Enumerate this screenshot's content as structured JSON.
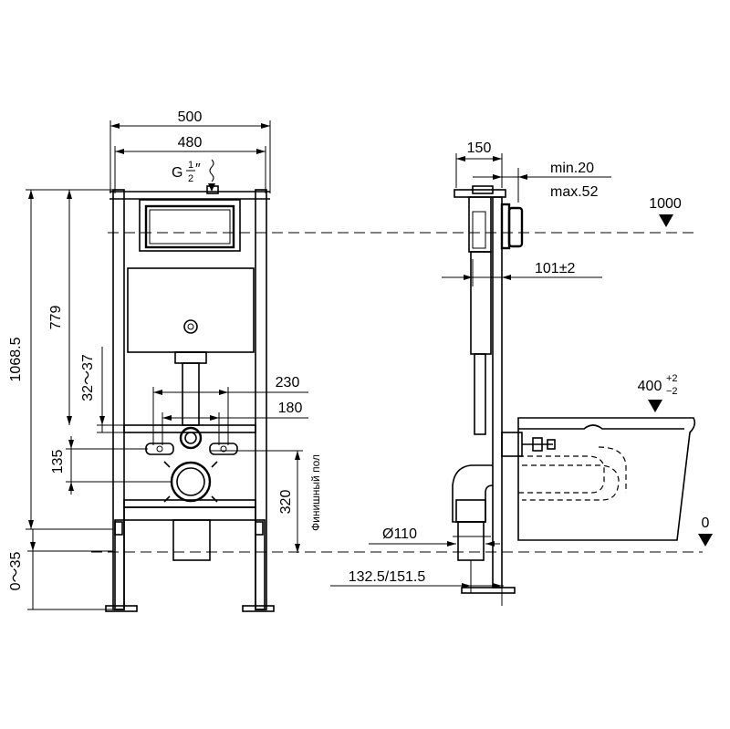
{
  "front": {
    "width_outer": "500",
    "width_inner": "480",
    "thread_label": "G",
    "thread_num": "1",
    "thread_den": "2",
    "thread_mark": "″",
    "height_total": "1068.5",
    "height_button": "779",
    "range_side": "32～37",
    "spacing_outer": "230",
    "spacing_inner": "180",
    "height_studs": "135",
    "height_drain": "320",
    "floor_label": "Финишный пол",
    "leg_range": "0～35"
  },
  "side": {
    "depth": "150",
    "wall_min": "min.20",
    "wall_max": "max.52",
    "level_top": "1000",
    "offset": "101±2",
    "seat_height": "400",
    "seat_tol_plus": "+2",
    "seat_tol_minus": "−2",
    "pipe_diameter": "Ø110",
    "pipe_distance": "132.5/151.5",
    "level_zero": "0"
  }
}
